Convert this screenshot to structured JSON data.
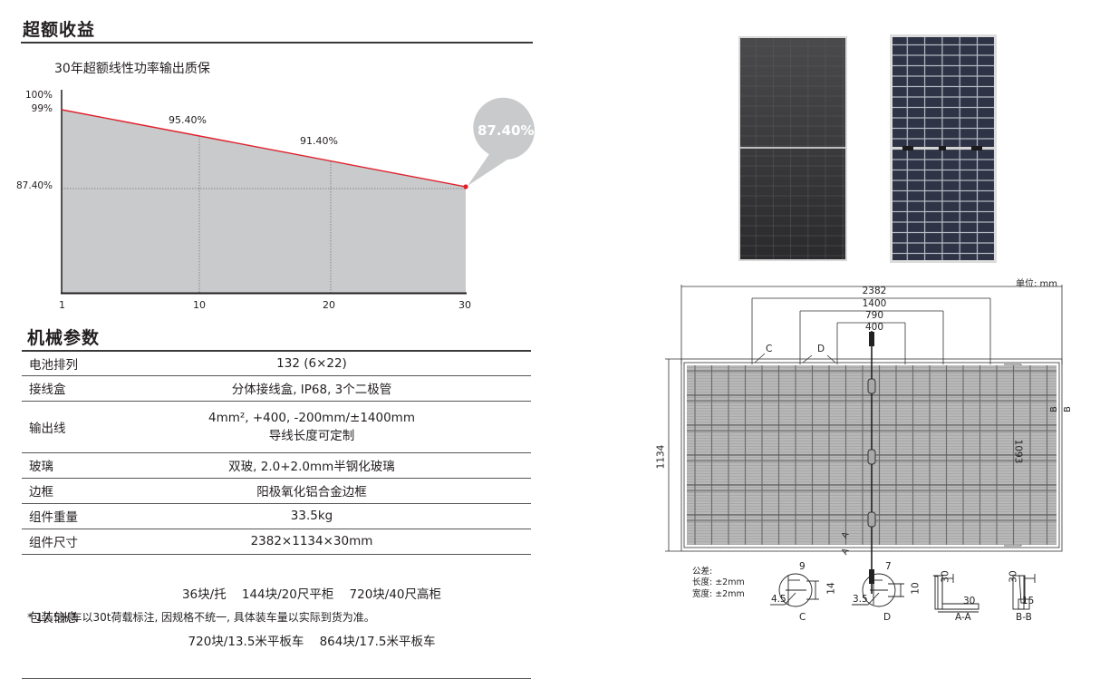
{
  "sections": {
    "excess_gain_title": "超额收益",
    "mech_params_title": "机械参数"
  },
  "chart": {
    "subtitle": "30年超额线性功率输出质保",
    "y_labels": [
      "100%",
      "99%",
      "87.40%"
    ],
    "x_labels": [
      "1",
      "10",
      "20",
      "30"
    ],
    "point_labels": [
      "95.40%",
      "91.40%"
    ],
    "callout": "87.40%",
    "line_color": "#e0202a",
    "fill_color": "#c8cacc"
  },
  "chart_data": {
    "type": "area",
    "title": "30年超额线性功率输出质保",
    "x": [
      1,
      10,
      20,
      30
    ],
    "values": [
      99,
      95.4,
      91.4,
      87.4
    ],
    "xlabel": "",
    "ylabel": "",
    "y_tick_labels": [
      "100%",
      "99%",
      "87.40%"
    ],
    "x_tick_labels": [
      "1",
      "10",
      "20",
      "30"
    ],
    "annotations": [
      "95.40%",
      "91.40%",
      "87.40%"
    ],
    "grid": "dotted at x=10,20 and y=87.40%"
  },
  "specs": [
    {
      "key": "电池排列",
      "value": "132 (6×22)"
    },
    {
      "key": "接线盒",
      "value": "分体接线盒, IP68, 3个二极管"
    },
    {
      "key": "输出线",
      "value": "4mm², +400, -200mm/±1400mm",
      "value2": "导线长度可定制"
    },
    {
      "key": "玻璃",
      "value": "双玻, 2.0+2.0mm半钢化玻璃"
    },
    {
      "key": "边框",
      "value": "阳极氧化铝合金边框"
    },
    {
      "key": "组件重量",
      "value": "33.5kg"
    },
    {
      "key": "组件尺寸",
      "value": "2382×1134×30mm"
    },
    {
      "key": "包装信息",
      "value": "36块/托    144块/20尺平柜    720块/40尺高柜",
      "value2": "720块/13.5米平板车    864块/17.5米平板车"
    }
  ],
  "footnote": "* 17.5米车以30t荷载标注, 因规格不统一, 具体装车量以实际到货为准。",
  "drawing": {
    "unit": "单位: mm",
    "dims": [
      "2382",
      "1400",
      "790",
      "400"
    ],
    "height": "1134",
    "inner_height": "1093",
    "markers": [
      "C",
      "D",
      "A",
      "B"
    ],
    "tolerance_title": "公差:",
    "tolerance_length": "长度: ±2mm",
    "tolerance_width": "宽度: ±2mm",
    "detail_c": {
      "label": "C",
      "w": "9",
      "h": "14",
      "d": "4.5"
    },
    "detail_d": {
      "label": "D",
      "w": "7",
      "h": "10",
      "d": "3.5"
    },
    "section_aa": {
      "label": "A-A",
      "h": "30",
      "w": "30"
    },
    "section_bb": {
      "label": "B-B",
      "h": "30",
      "w": "15"
    }
  }
}
